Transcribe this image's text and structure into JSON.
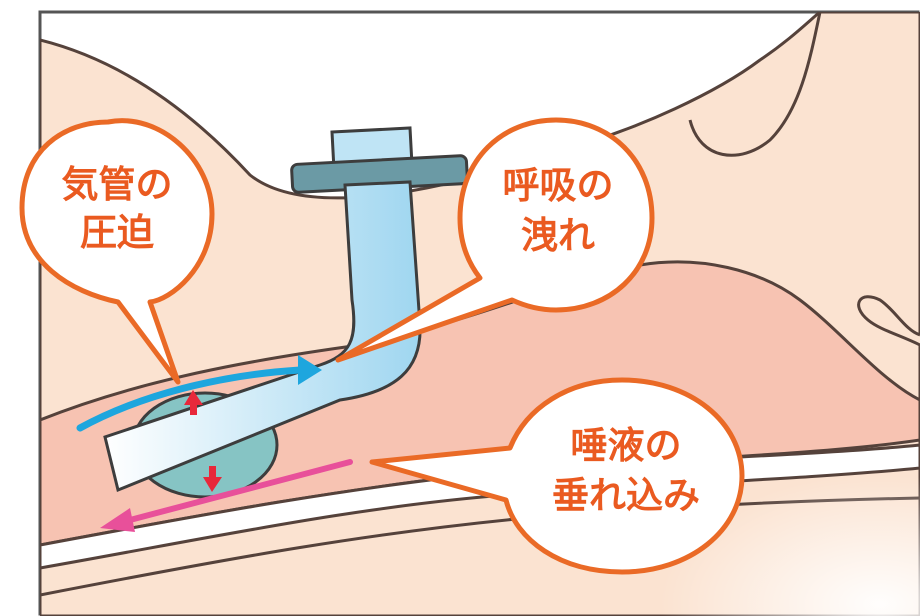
{
  "callouts": {
    "trachea": {
      "line1": "気管の",
      "line2": "圧迫"
    },
    "breathing": {
      "line1": "呼吸の",
      "line2": "洩れ"
    },
    "saliva": {
      "line1": "唾液の",
      "line2": "垂れ込み"
    }
  },
  "colors": {
    "frame": "#555555",
    "skin": "#fbe3d1",
    "skin_outline": "#55423b",
    "airway": "#f7c3b2",
    "tube_fill": "#bfe4f5",
    "tube_outline": "#3d3d3d",
    "flange": "#6b9aa5",
    "cuff": "#86c4c4",
    "callout_border": "#ea6a26",
    "callout_text": "#ea5a20",
    "arrow_blue": "#1ea6de",
    "arrow_red": "#e8283a",
    "arrow_pink": "#e8509a"
  },
  "icons": {
    "airflow_arrow": "arrow-right-curved",
    "cuff_pressure_arrows": "arrow-up-down",
    "saliva_arrow": "arrow-left"
  }
}
